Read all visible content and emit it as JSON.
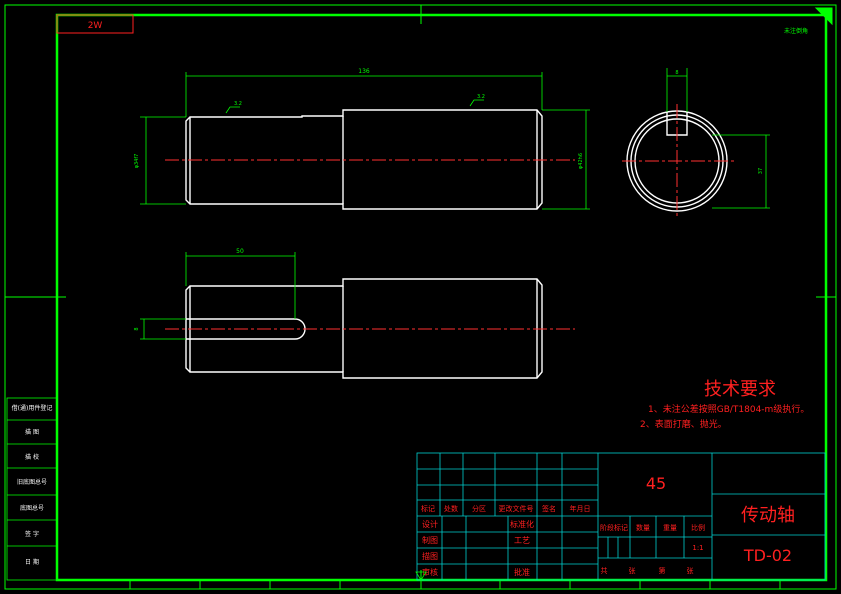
{
  "drawing": {
    "colors": {
      "background": "#000000",
      "frame": "#00ff00",
      "part": "#ffffff",
      "centerline": "#ff3030",
      "text": "#ff2020",
      "table_grid": "#00d0d0",
      "dimension": "#00ff00"
    },
    "corner_stamp": "2W",
    "top_right_note": "未注倒角",
    "dimensions": {
      "overall_length": "136",
      "roughness_left": "3.2",
      "roughness_right": "3.2",
      "left_diameter": "φ34f7",
      "right_diameter": "φ42h6",
      "keyway_length": "50",
      "keyway_width": "8",
      "section_key_width": "8",
      "section_depth": "37"
    },
    "tech_requirements": {
      "title": "技术要求",
      "items": [
        "1、未注公差按照GB/T1804-m级执行。",
        "2、表面打磨、抛光。"
      ]
    },
    "side_labels": [
      "借(通)用件登记",
      "描 图",
      "描 校",
      "旧底图总号",
      "底图总号",
      "签 字",
      "日 期"
    ],
    "title_block": {
      "material": "45",
      "part_name": "传动轴",
      "drawing_no": "TD-02",
      "scale": "1:1",
      "revision_header": [
        "标记",
        "处数",
        "分区",
        "更改文件号",
        "签名",
        "年月日"
      ],
      "row_labels": [
        "设计",
        "制图",
        "描图",
        "审核"
      ],
      "mid_labels": [
        "标准化",
        "工艺",
        "批准"
      ],
      "stage_header": [
        "阶段标记",
        "数量",
        "重量",
        "比例"
      ],
      "sheet_info": [
        "共",
        "张",
        "第",
        "张"
      ]
    }
  }
}
